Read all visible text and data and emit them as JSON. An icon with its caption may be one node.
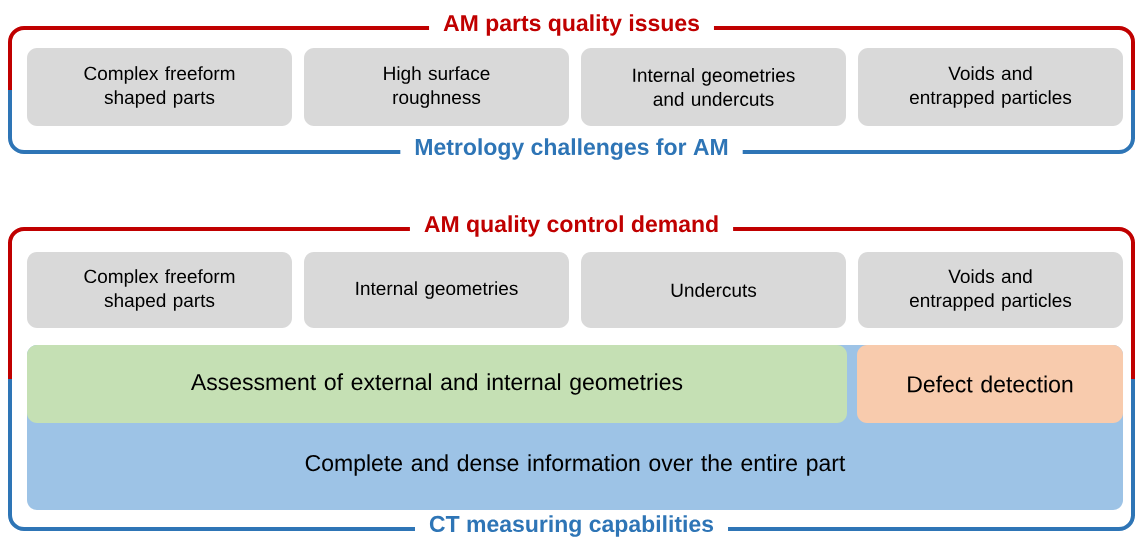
{
  "diagram": {
    "nodes": [
      {
        "text": [
          "AM parts quality issues",
          "Metrology challenges for AM"
        ]
      },
      {
        "text": [
          "Complex freeform shaped parts"
        ],
        "in": 0
      },
      {
        "text": [
          "High surface roughness"
        ],
        "in": 0
      },
      {
        "text": [
          "Internal geometries and undercuts"
        ],
        "in": 0
      },
      {
        "text": [
          "Voids and entrapped particles"
        ],
        "in": 0
      },
      {
        "text": [
          "AM quality control demand",
          "CT measuring capabilities"
        ]
      },
      {
        "text": [
          "Complex freeform shaped parts"
        ],
        "in": 5
      },
      {
        "text": [
          "Internal geometries"
        ],
        "in": 5
      },
      {
        "text": [
          "Undercuts"
        ],
        "in": 5
      },
      {
        "text": [
          "Voids and entrapped particles"
        ],
        "in": 5
      },
      {
        "text": [
          "Complete and dense information over the entire part"
        ],
        "in": 5
      },
      {
        "text": [
          "Assessment of external and internal geometries"
        ],
        "in": 10
      },
      {
        "text": [
          "Defect detection"
        ],
        "in": 10
      }
    ],
    "edges": []
  }
}
